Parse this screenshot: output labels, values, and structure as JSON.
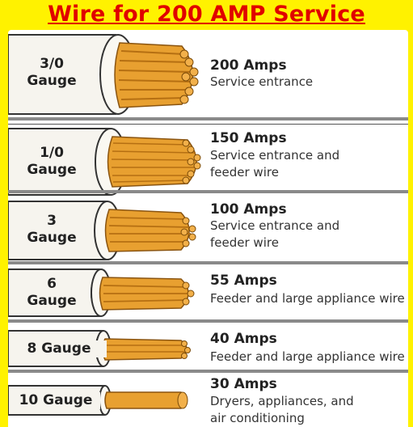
{
  "title": "Wire for 200 AMP Service",
  "colors": {
    "background": "#fff200",
    "title": "#e00000",
    "copper": "#e8a030"
  },
  "rows": [
    {
      "gauge_num": "3/0",
      "gauge_word": "Gauge",
      "amps": "200 Amps",
      "desc1": "Service entrance",
      "desc2": ""
    },
    {
      "gauge_num": "1/0",
      "gauge_word": "Gauge",
      "amps": "150 Amps",
      "desc1": "Service entrance and",
      "desc2": "feeder wire"
    },
    {
      "gauge_num": "3",
      "gauge_word": "Gauge",
      "amps": "100 Amps",
      "desc1": "Service entrance and",
      "desc2": "feeder wire"
    },
    {
      "gauge_num": "6",
      "gauge_word": "Gauge",
      "amps": "55 Amps",
      "desc1": "Feeder and large appliance wire",
      "desc2": ""
    },
    {
      "gauge_label": "8 Gauge",
      "amps": "40 Amps",
      "desc1": "Feeder and large appliance wire",
      "desc2": ""
    },
    {
      "gauge_label": "10 Gauge",
      "amps": "30 Amps",
      "desc1": "Dryers, appliances, and",
      "desc2": "air conditioning"
    }
  ]
}
